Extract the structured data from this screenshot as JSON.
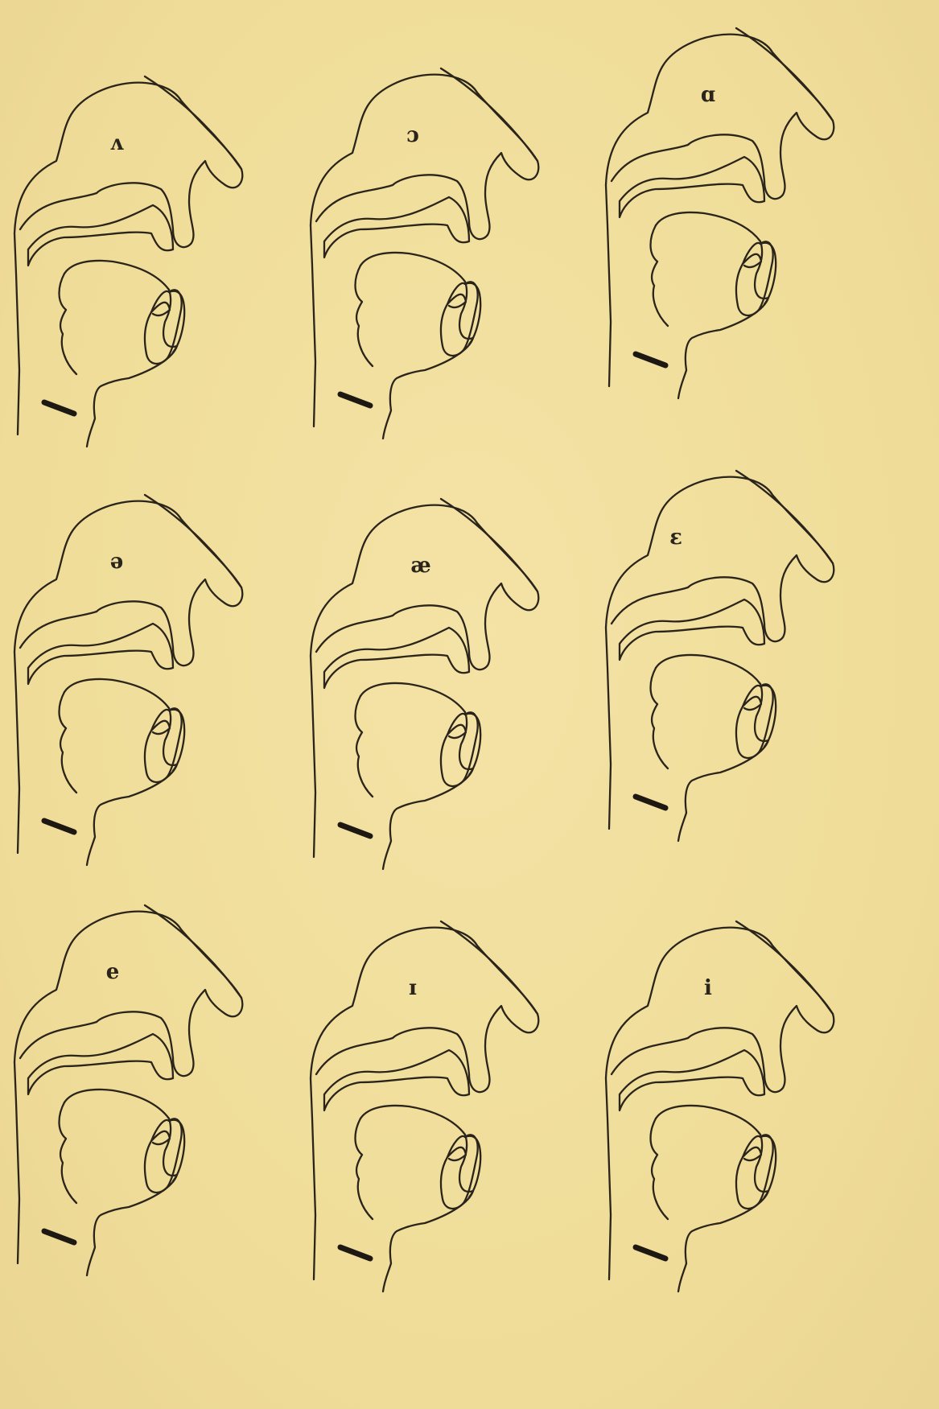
{
  "plate": {
    "background": "#f1e0a0",
    "ink": "#2a241a",
    "diagrams": [
      {
        "symbol": "ʌ"
      },
      {
        "symbol": "ɔ"
      },
      {
        "symbol": "ɑ"
      },
      {
        "symbol": "ə"
      },
      {
        "symbol": "æ"
      },
      {
        "symbol": "ɛ"
      },
      {
        "symbol": "e"
      },
      {
        "symbol": "ɪ"
      },
      {
        "symbol": "i"
      }
    ]
  }
}
